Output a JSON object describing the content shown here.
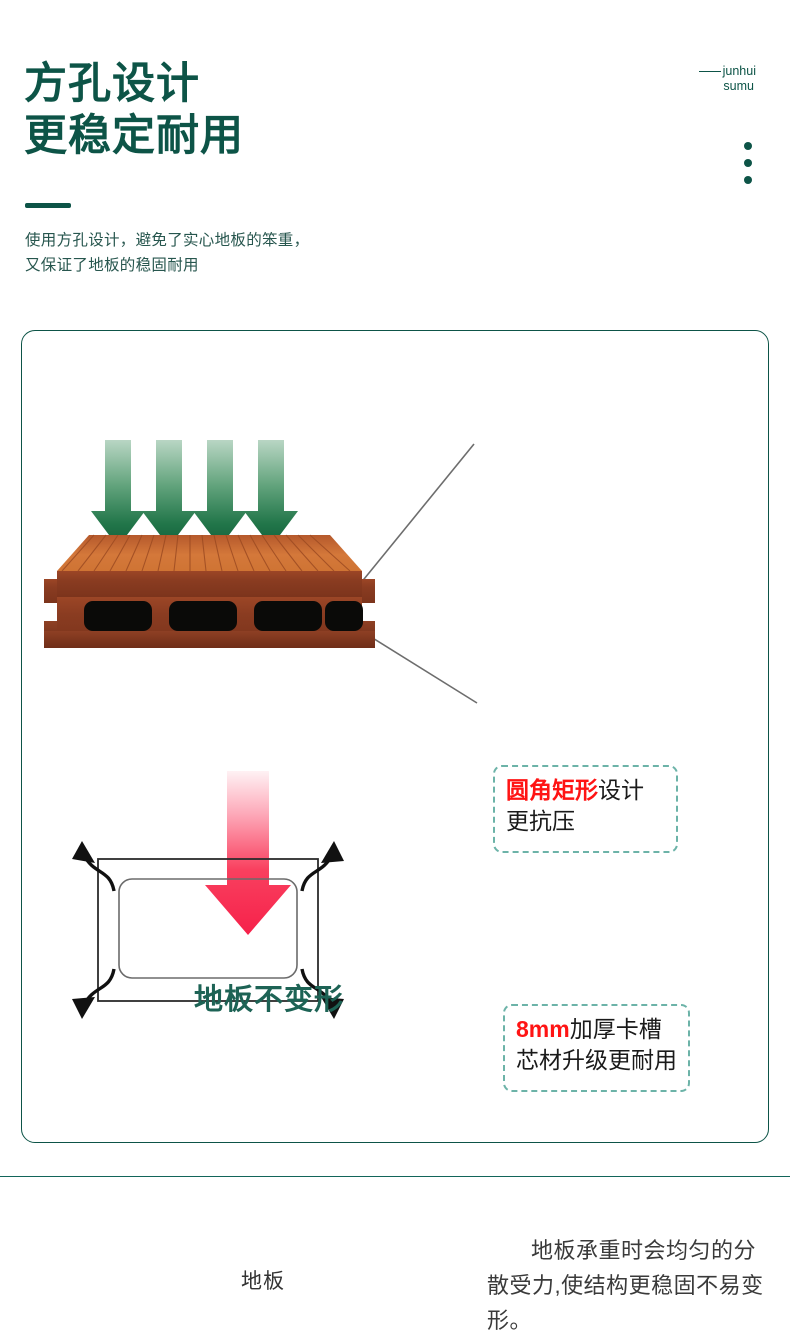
{
  "header": {
    "title_line1": "方孔设计",
    "title_line2": "更稳定耐用",
    "subtitle_line1": "使用方孔设计，避免了实心地板的笨重，",
    "subtitle_line2": "又保证了地板的稳固耐用",
    "brand_name_1": "junhui",
    "brand_name_2": "sumu"
  },
  "illustration": {
    "deform_label": "地板不变形",
    "board_label": "地板"
  },
  "callouts": [
    {
      "highlight": "圆角矩形",
      "rest": "设计",
      "line2": "更抗压"
    },
    {
      "highlight": "8mm",
      "rest": "加厚卡槽",
      "line2": "芯材升级更耐用"
    }
  ],
  "paragraph": {
    "text": "地板承重时会均匀的分散受力,使结构更稳固不易变形。"
  },
  "colors": {
    "brand_green": "#0d5447",
    "accent_red": "#ff1414",
    "callout_border": "#6cb3a8",
    "board_top": "#cf7636",
    "board_body": "#8c3d22",
    "arrow_green_light": "#a9cdb9",
    "arrow_green_dark": "#13683f",
    "arrow_red": "#f5274e"
  }
}
